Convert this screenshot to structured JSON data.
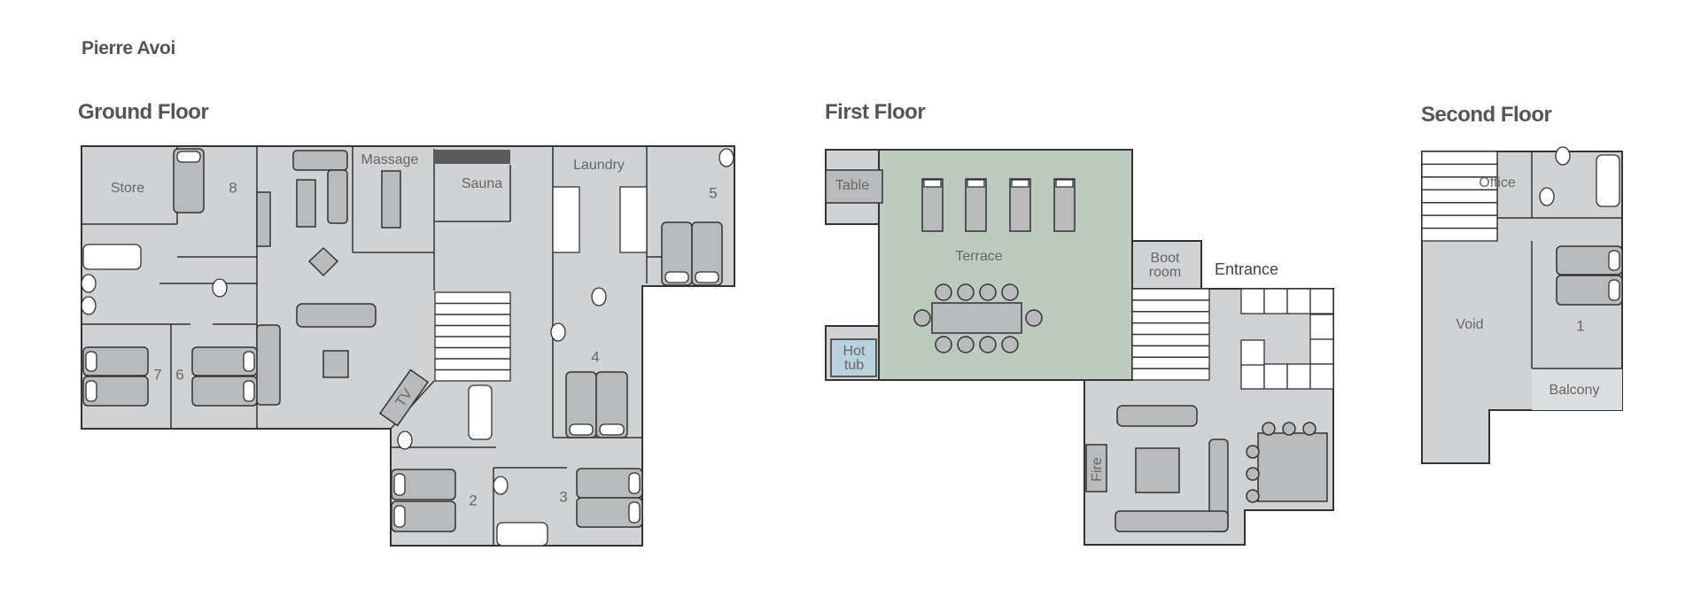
{
  "title": "Pierre Avoi",
  "floors": {
    "ground": {
      "title": "Ground Floor",
      "rooms": {
        "store": "Store",
        "bed8": "8",
        "massage": "Massage",
        "sauna": "Sauna",
        "laundry": "Laundry",
        "bed5": "5",
        "bed4": "4",
        "bed7": "7",
        "bed6": "6",
        "tv": "TV",
        "bed2": "2",
        "bed3": "3"
      }
    },
    "first": {
      "title": "First Floor",
      "rooms": {
        "table": "Table",
        "terrace": "Terrace",
        "boot1": "Boot",
        "boot2": "room",
        "entrance": "Entrance",
        "hottub1": "Hot",
        "hottub2": "tub",
        "fire": "Fire"
      }
    },
    "second": {
      "title": "Second Floor",
      "rooms": {
        "office": "Office",
        "void": "Void",
        "bed1": "1",
        "balcony": "Balcony"
      }
    }
  },
  "colors": {
    "floor": "#d1d2d4",
    "terrace": "#bccabf",
    "hottub": "#b9d3de",
    "furniture": "#b9babc",
    "wall": "#333333"
  }
}
